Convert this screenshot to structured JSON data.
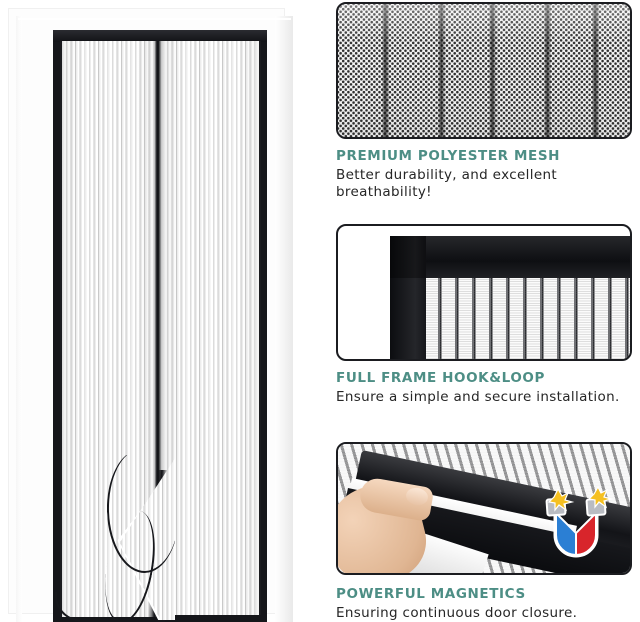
{
  "product": {
    "name": "magnetic-screen-door",
    "hero_alt": "White framed magnetic screen door with two black-edged mesh curtain panels and a curled-back bottom corner",
    "frame_color": "#fdfdfd",
    "edge_color": "#15161a",
    "mesh_color": "#f4f4f4"
  },
  "theme": {
    "heading_color": "#4d8e85",
    "body_color": "#262626",
    "background": "#ffffff",
    "panel_border": "#1b1c20"
  },
  "features": [
    {
      "id": "premium-polyester-mesh",
      "title": "PREMIUM POLYESTER MESH",
      "body": "Better durability, and excellent breathability!",
      "photo_name": "mesh-closeup-photo",
      "photo_alt": "Close-up of hexagonal polyester mesh with five vertical reinforcement ribs",
      "rib_count": 5
    },
    {
      "id": "full-frame-hook-and-loop",
      "title": "FULL FRAME HOOK&LOOP",
      "body": "Ensure a simple and secure installation.",
      "photo_name": "hook-and-loop-photo",
      "photo_alt": "Black hook and loop frame band running along the top and left edge of the white striped mesh"
    },
    {
      "id": "powerful-magnetics",
      "title": "POWERFUL MAGNETICS",
      "body": "Ensuring continuous door closure.",
      "photo_name": "magnet-photo",
      "photo_alt": "A hand holding the black magnetic closure strip of the screen door",
      "overlay_icon": "horseshoe-magnet-icon",
      "magnet_colors": {
        "left_arm": "#2b7fd4",
        "right_arm": "#d8252b",
        "tip": "#b9bcc2",
        "spark": "#f5c021"
      }
    }
  ]
}
